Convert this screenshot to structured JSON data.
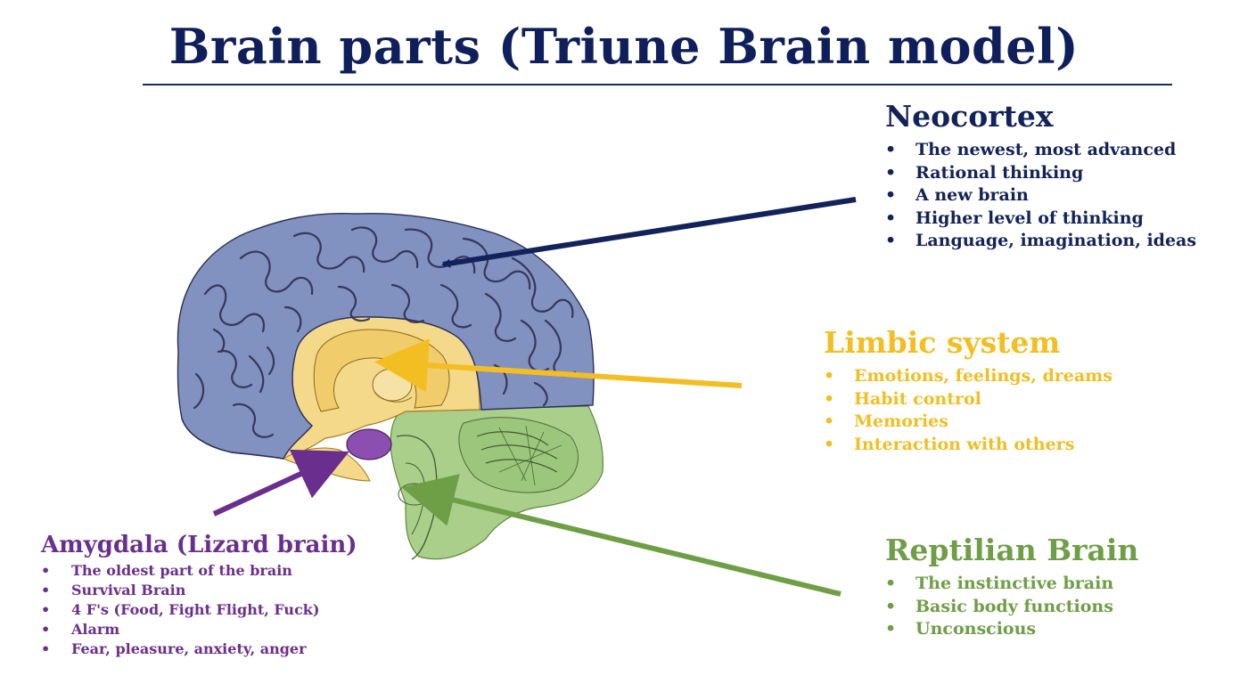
{
  "title": "Brain parts (Triune Brain model)",
  "colors": {
    "navy": "#12225a",
    "limbic": "#f2be22",
    "reptilian": "#6e9e45",
    "amygdala": "#6a2f8e",
    "cortex_fill": "#8191c0",
    "limbic_fill": "#f4d98a",
    "reptilian_fill": "#a9cf8a"
  },
  "sections": {
    "neocortex": {
      "heading": "Neocortex",
      "items": [
        "The newest, most advanced",
        "Rational thinking",
        "A new brain",
        "Higher level of thinking",
        "Language, imagination, ideas"
      ]
    },
    "limbic": {
      "heading": "Limbic system",
      "items": [
        "Emotions, feelings, dreams",
        "Habit control",
        "Memories",
        "Interaction with others"
      ]
    },
    "reptilian": {
      "heading": "Reptilian Brain",
      "items": [
        "The instinctive brain",
        "Basic body functions",
        "Unconscious"
      ]
    },
    "amygdala": {
      "heading": "Amygdala (Lizard brain)",
      "items": [
        "The oldest part of the brain",
        "Survival Brain",
        "4 F's (Food, Fight Flight, Fuck)",
        "Alarm",
        "Fear, pleasure, anxiety, anger"
      ]
    }
  },
  "bullet_glyph": "•"
}
